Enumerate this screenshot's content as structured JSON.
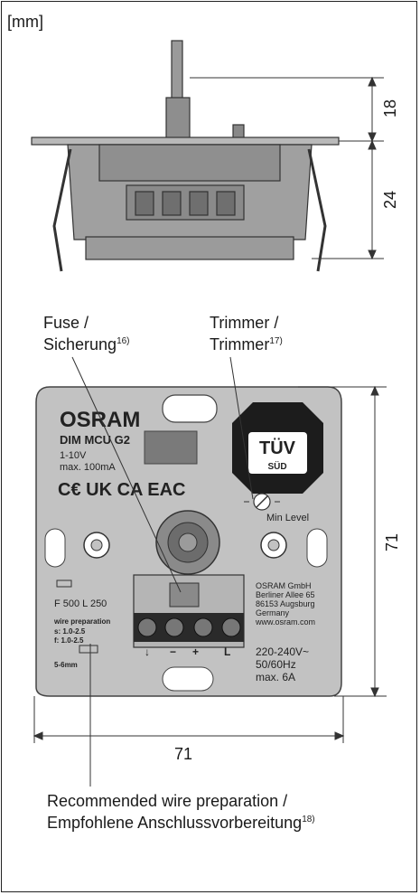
{
  "unit_label": "[mm]",
  "dimensions": {
    "knob_height": "18",
    "body_depth": "24",
    "plate_height": "71",
    "plate_width": "71"
  },
  "callouts": {
    "fuse": {
      "line1": "Fuse /",
      "line2": "Sicherung",
      "note": "16)"
    },
    "trimmer": {
      "line1": "Trimmer /",
      "line2": "Trimmer",
      "note": "17)"
    },
    "wire": {
      "line1": "Recommended wire preparation /",
      "line2": "Empfohlene Anschlussvorbereitung",
      "note": "18)"
    }
  },
  "device": {
    "brand": "OSRAM",
    "model": "DIM MCU G2",
    "control": "1-10V",
    "control_current": "max. 100mA",
    "cert_marks": "C€ UK CA EAC",
    "tuv": "TÜV",
    "tuv_sub": "SÜD",
    "min_level": "Min Level",
    "fuse_rating": "F 500 L 250",
    "wire_prep_title": "wire preparation",
    "wire_prep_s": "s: 1.0-2.5",
    "wire_prep_f": "f: 1.0-2.5",
    "strip_length": "5-6mm",
    "manufacturer": [
      "OSRAM GmbH",
      "Berliner Allee 65",
      "86153 Augsburg",
      "Germany",
      "www.osram.com"
    ],
    "rating": [
      "220-240V~",
      "50/60Hz",
      "max. 6A"
    ],
    "terminal_marks": [
      "↓",
      "−",
      "+",
      "L"
    ]
  }
}
